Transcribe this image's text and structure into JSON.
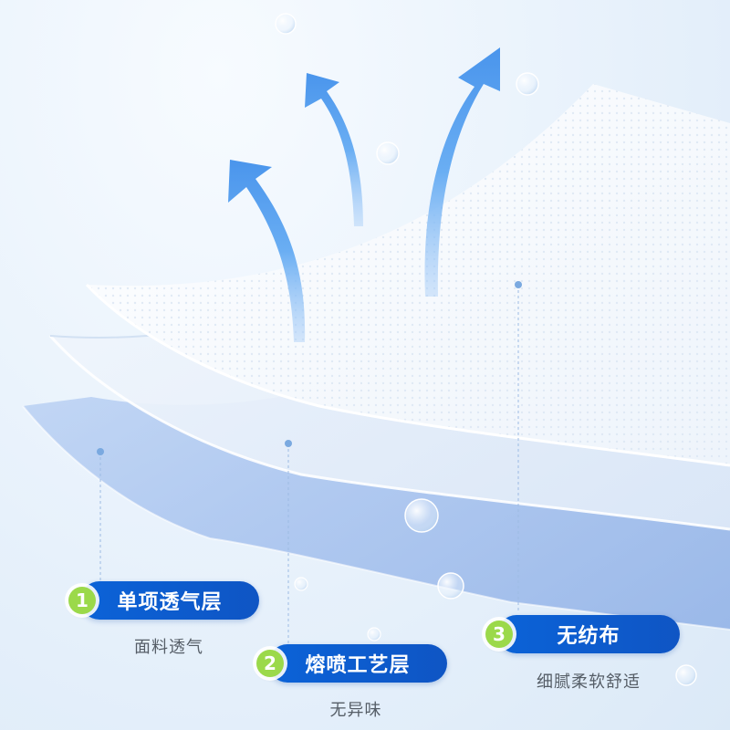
{
  "colors": {
    "pill_blue": "#0b63d8",
    "badge_green": "#9bd94a",
    "arrow_blue": "#5aa3f0",
    "guide_dot": "#7aa9e0"
  },
  "layers": [
    {
      "number": "1",
      "title": "单项透气层",
      "subtitle": "面料透气"
    },
    {
      "number": "2",
      "title": "熔喷工艺层",
      "subtitle": "无异味"
    },
    {
      "number": "3",
      "title": "无纺布",
      "subtitle": "细腻柔软舒适"
    }
  ],
  "icons": [
    "breathable-arrow-icon",
    "bubble-icon"
  ]
}
